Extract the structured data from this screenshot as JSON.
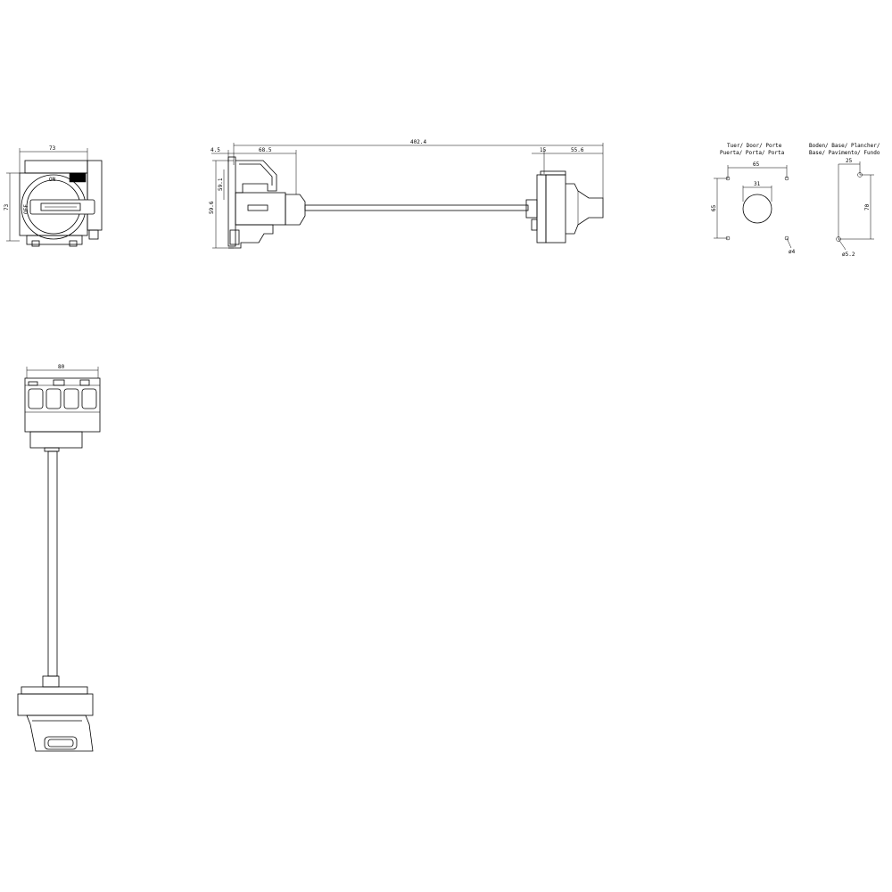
{
  "front_view": {
    "dim_width": "73",
    "dim_height": "73",
    "mark_on": "ON",
    "mark_off": "OFF"
  },
  "side_view": {
    "dim_total": "402.4",
    "dim_left": "4.5",
    "dim_body": "68.5",
    "dim_flange": "15",
    "dim_handle": "55.6",
    "dim_h1": "59.1",
    "dim_h2": "59.6"
  },
  "door_cutout": {
    "label_line1": "Tuer/ Door/ Porte",
    "label_line2": "Puerta/ Porta/ Porta",
    "dim_hole_spacing_h": "65",
    "dim_center_hole": "31",
    "dim_hole_spacing_v": "65",
    "dim_hole_dia": "ø4"
  },
  "base_mounting": {
    "label_line1": "Boden/ Base/ Plancher/",
    "label_line2": "Base/ Pavimento/ Fundo",
    "dim_offset": "25",
    "dim_vertical": "70",
    "dim_hole_dia": "ø5.2"
  },
  "top_view": {
    "dim_width": "80"
  }
}
